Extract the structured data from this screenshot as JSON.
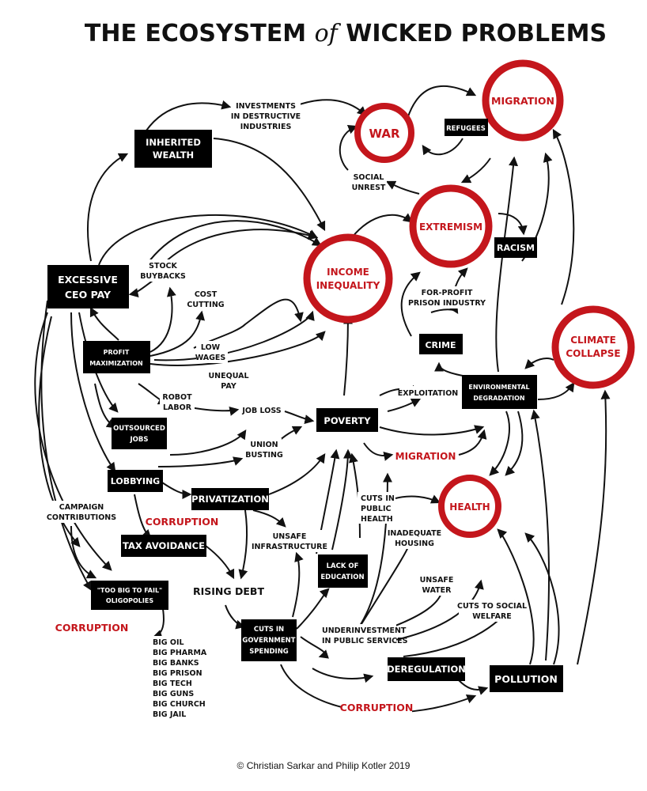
{
  "title": {
    "part1": "THE ECOSYSTEM ",
    "of": "of",
    "part2": " WICKED PROBLEMS"
  },
  "circles": {
    "migration_top": "MIGRATION",
    "war": "WAR",
    "extremism": "EXTREMISM",
    "income_inequality": [
      "INCOME",
      "INEQUALITY"
    ],
    "climate_collapse": [
      "CLIMATE",
      "COLLAPSE"
    ],
    "health": "HEALTH"
  },
  "boxes": {
    "inherited_wealth": [
      "INHERITED",
      "WEALTH"
    ],
    "excessive_ceo_pay": [
      "EXCESSIVE",
      "CEO PAY"
    ],
    "profit_maximization": [
      "PROFIT",
      "MAXIMIZATION"
    ],
    "refugees": "REFUGEES",
    "racism": "RACISM",
    "crime": "CRIME",
    "environmental_degradation": [
      "ENVIRONMENTAL",
      "DEGRADATION"
    ],
    "poverty": "POVERTY",
    "outsourced_jobs": [
      "OUTSOURCED",
      "JOBS"
    ],
    "lobbying": "LOBBYING",
    "privatization": "PRIVATIZATION",
    "tax_avoidance": "TAX AVOIDANCE",
    "too_big_to_fail": [
      "\"TOO BIG TO FAIL\"",
      "OLIGOPOLIES"
    ],
    "lack_of_education": [
      "LACK OF",
      "EDUCATION"
    ],
    "cuts_in_government_spending": [
      "CUTS IN",
      "GOVERNMENT",
      "SPENDING"
    ],
    "deregulation": "DEREGULATION",
    "pollution": "POLLUTION"
  },
  "labels": {
    "investments": [
      "INVESTMENTS",
      "IN DESTRUCTIVE",
      "INDUSTRIES"
    ],
    "social_unrest": [
      "SOCIAL",
      "UNREST"
    ],
    "stock_buybacks": [
      "STOCK",
      "BUYBACKS"
    ],
    "cost_cutting": [
      "COST",
      "CUTTING"
    ],
    "for_profit_prison": [
      "FOR-PROFIT",
      "PRISON INDUSTRY"
    ],
    "low_wages": [
      "LOW",
      "WAGES"
    ],
    "unequal_pay": [
      "UNEQUAL",
      "PAY"
    ],
    "robot_labor": [
      "ROBOT",
      "LABOR"
    ],
    "exploitation": "EXPLOITATION",
    "job_loss": "JOB LOSS",
    "union_busting": [
      "UNION",
      "BUSTING"
    ],
    "campaign_contributions": [
      "CAMPAIGN",
      "CONTRIBUTIONS"
    ],
    "cuts_public_health": [
      "CUTS IN",
      "PUBLIC",
      "HEALTH"
    ],
    "inadequate_housing": [
      "INADEQUATE",
      "HOUSING"
    ],
    "unsafe_infrastructure": [
      "UNSAFE",
      "INFRASTRUCTURE"
    ],
    "unsafe_water": [
      "UNSAFE",
      "WATER"
    ],
    "cuts_social_welfare": [
      "CUTS TO SOCIAL",
      "WELFARE"
    ],
    "underinvestment": [
      "UNDERINVESTMENT",
      "IN PUBLIC SERVICES"
    ],
    "big_list": [
      "BIG OIL",
      "BIG PHARMA",
      "BIG BANKS",
      "BIG PRISON",
      "BIG TECH",
      "BIG GUNS",
      "BIG CHURCH",
      "BIG JAIL"
    ]
  },
  "bold_labels": {
    "rising_debt": "RISING DEBT"
  },
  "red_labels": {
    "migration_mid": "MIGRATION",
    "corruption_1": "CORRUPTION",
    "corruption_2": "CORRUPTION",
    "corruption_3": "CORRUPTION"
  },
  "copyright": "© Christian Sarkar and Philip Kotler 2019",
  "colors": {
    "accent_red": "#c4161c",
    "box_black": "#000000"
  }
}
